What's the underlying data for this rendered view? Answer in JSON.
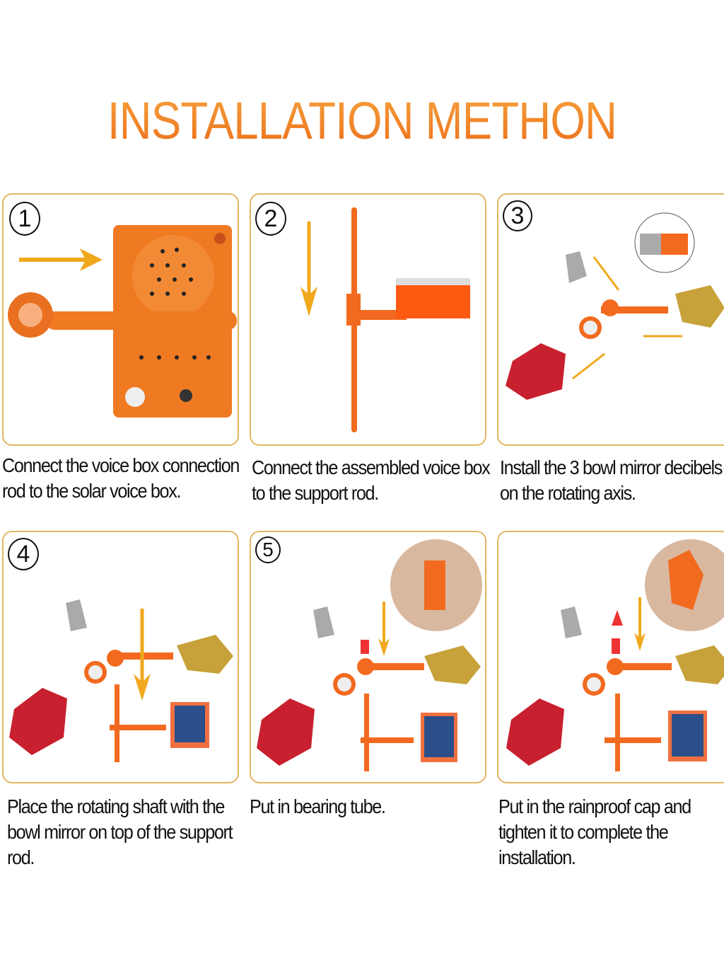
{
  "title": "INSTALLATION METHON",
  "colors": {
    "title": "#f08a2a",
    "border": "#e3b562",
    "part": "#f26a1f",
    "arrow": "#f0a81c",
    "mirror_red": "#c8202e"
  },
  "steps": [
    {
      "number": "1",
      "caption_lines": [
        "Connect the voice box connection",
        "rod to the solar voice box."
      ]
    },
    {
      "number": "2",
      "caption_lines": [
        "Connect the assembled voice box",
        "to the support rod."
      ]
    },
    {
      "number": "3",
      "caption_lines": [
        "Install the 3 bowl mirror decibels",
        "on the rotating axis."
      ]
    },
    {
      "number": "4",
      "caption_lines": [
        "Place the rotating shaft with the",
        "bowl mirror on top of the support",
        "rod."
      ]
    },
    {
      "number": "5",
      "caption_lines": [
        "Put in bearing tube."
      ]
    },
    {
      "number": "",
      "caption_lines": [
        "Put in the rainproof cap and",
        "tighten it to complete the",
        "installation."
      ]
    }
  ]
}
